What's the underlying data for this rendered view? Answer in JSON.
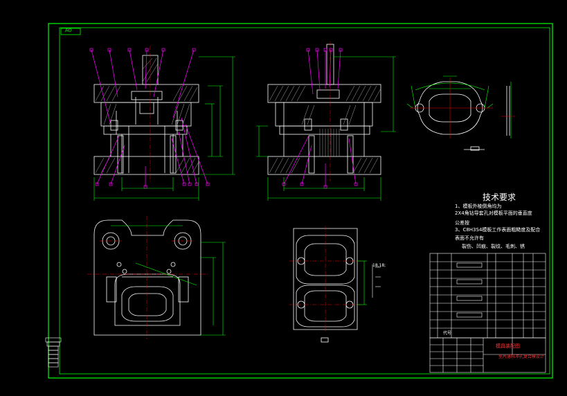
{
  "sheet_size": "A0",
  "technical_requirements": {
    "title": "技术要求",
    "lines": [
      "1、模板外棱倒角均为",
      "2X4角钻导套孔对模板平面的垂直度",
      "公差按",
      "3、C8H3S4模板工作表面粗糙度及配合",
      "表面不允许有",
      "裂伤、凹痕、裂纹、毛刺、锈"
    ]
  },
  "title_block": {
    "drawing_name": "模具装配图",
    "project": "垫片落料冲孔复合模设计",
    "row_label": "代号"
  },
  "section_mark": "18,18;",
  "colors": {
    "frame": "#00ff00",
    "outline": "#ffffff",
    "leader": "#ff00ff",
    "center": "#ff0000",
    "dimension": "#00ff00",
    "hatch": "#ffffff"
  }
}
